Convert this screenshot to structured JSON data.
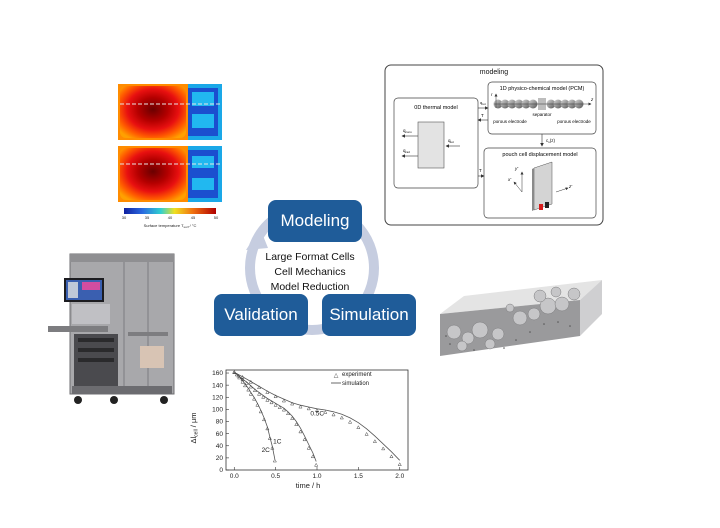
{
  "cycle": {
    "modeling": "Modeling",
    "validation": "Validation",
    "simulation": "Simulation",
    "topics": [
      "Large Format Cells",
      "Cell Mechanics",
      "Model Reduction"
    ]
  },
  "thermal_image": {
    "colorbar_label": "Surface temperature T",
    "colorbar_label_sub": "surf",
    "colorbar_unit": " / °C",
    "colorbar_ticks": [
      "30",
      "35",
      "40",
      "45",
      "50"
    ]
  },
  "modeling_diagram": {
    "title": "modeling",
    "thermal_model": "0D thermal model",
    "pcm_title": "1D physico-chemical model (PCM)",
    "separator": "separator",
    "porous_left": "porous electrode",
    "porous_right": "porous electrode",
    "displacement_title": "pouch cell displacement model",
    "q_tot": "q",
    "q_tot_sub": "tot",
    "q_conv": "q",
    "q_conv_sub": "conv",
    "q_rad": "q",
    "q_rad_sub": "rad",
    "T": "T",
    "cs": "c",
    "cs_sub": "s",
    "cs_arg": "(z)",
    "r": "r",
    "z": "z",
    "x": "x'",
    "y": "y'",
    "z2": "z'"
  },
  "chart_data": {
    "type": "scatter",
    "xlabel": "time  /  h",
    "ylabel": "Δl",
    "ylabel_sub": "cell",
    "ylabel_unit": "  /  μm",
    "xlim": [
      -0.1,
      2.1
    ],
    "ylim": [
      0,
      165
    ],
    "xticks": [
      0.0,
      0.5,
      1.0,
      1.5,
      2.0
    ],
    "xtick_labels": [
      "0.0",
      "0.5",
      "1.0",
      "1.5",
      "2.0"
    ],
    "yticks": [
      0,
      20,
      40,
      60,
      80,
      100,
      120,
      140,
      160
    ],
    "legend": [
      "experiment",
      "simulation"
    ],
    "legend_position": "top-right",
    "series": [
      {
        "name": "2C",
        "x": [
          0.0,
          0.03,
          0.06,
          0.1,
          0.13,
          0.17,
          0.2,
          0.24,
          0.28,
          0.32,
          0.36,
          0.4,
          0.43,
          0.46,
          0.49
        ],
        "experiment": [
          161,
          157,
          152,
          145,
          139,
          132,
          125,
          117,
          107,
          96,
          83,
          68,
          52,
          36,
          15
        ],
        "simulation": [
          161,
          158,
          154,
          148,
          142,
          135,
          128,
          120,
          110,
          99,
          86,
          71,
          55,
          39,
          18
        ]
      },
      {
        "name": "1C",
        "x": [
          0.0,
          0.05,
          0.1,
          0.15,
          0.2,
          0.25,
          0.3,
          0.35,
          0.4,
          0.45,
          0.5,
          0.55,
          0.6,
          0.65,
          0.7,
          0.75,
          0.8,
          0.85,
          0.9,
          0.95,
          0.99
        ],
        "experiment": [
          161,
          155,
          149,
          143,
          137,
          131,
          125,
          120,
          115,
          111,
          107,
          103,
          99,
          93,
          85,
          75,
          63,
          50,
          36,
          22,
          8
        ],
        "simulation": [
          161,
          156,
          150,
          145,
          139,
          133,
          128,
          123,
          118,
          114,
          110,
          106,
          102,
          96,
          89,
          80,
          69,
          56,
          42,
          28,
          14
        ]
      },
      {
        "name": "0.5C",
        "x": [
          0.0,
          0.1,
          0.2,
          0.3,
          0.4,
          0.5,
          0.6,
          0.7,
          0.8,
          0.9,
          1.0,
          1.1,
          1.2,
          1.3,
          1.4,
          1.5,
          1.6,
          1.7,
          1.8,
          1.9,
          2.0
        ],
        "experiment": [
          161,
          153,
          145,
          136,
          128,
          121,
          114,
          109,
          104,
          101,
          98,
          95,
          91,
          86,
          79,
          70,
          59,
          47,
          35,
          22,
          9
        ],
        "simulation": [
          161,
          154,
          146,
          138,
          130,
          123,
          117,
          111,
          107,
          104,
          101,
          99,
          96,
          92,
          86,
          78,
          68,
          56,
          43,
          30,
          16
        ]
      }
    ]
  }
}
